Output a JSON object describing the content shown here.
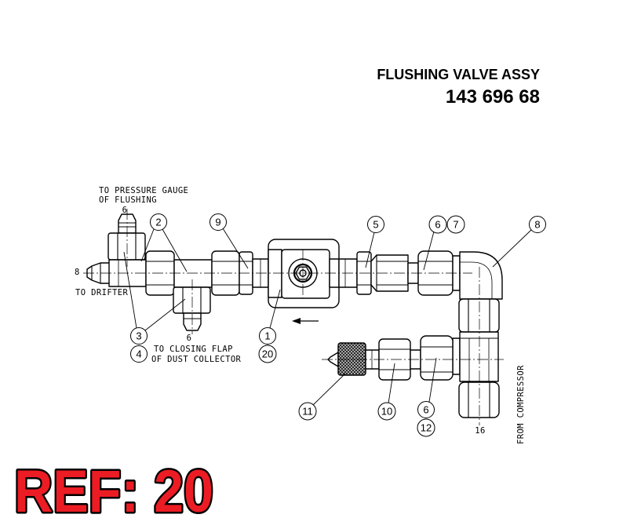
{
  "title": {
    "name": "FLUSHING VALVE ASSY",
    "part_number": "143 696 68"
  },
  "notes": {
    "pressure_gauge": {
      "line1": "TO PRESSURE GAUGE",
      "line2": "OF FLUSHING",
      "size": "6"
    },
    "drifter": {
      "size": "8",
      "label": "TO DRIFTER"
    },
    "closing_flap": {
      "size": "6",
      "line1": "TO CLOSING FLAP",
      "line2": "OF DUST COLLECTOR"
    },
    "compressor": {
      "size": "16",
      "label": "FROM COMPRESSOR"
    }
  },
  "callouts": [
    {
      "label": "2"
    },
    {
      "label": "9"
    },
    {
      "label": "5"
    },
    {
      "label": "6"
    },
    {
      "label": "7"
    },
    {
      "label": "8"
    },
    {
      "label": "3"
    },
    {
      "label": "4"
    },
    {
      "label": "1"
    },
    {
      "label": "20"
    },
    {
      "label": "11"
    },
    {
      "label": "10"
    },
    {
      "label": "6"
    },
    {
      "label": "12"
    }
  ],
  "flow_arrow": {
    "icon": "arrow-left-icon"
  },
  "ref": {
    "label": "REF: 20"
  },
  "colors": {
    "line": "#000000",
    "background": "#ffffff",
    "ref_fill": "#ec1c24",
    "ref_outline": "#000000"
  }
}
